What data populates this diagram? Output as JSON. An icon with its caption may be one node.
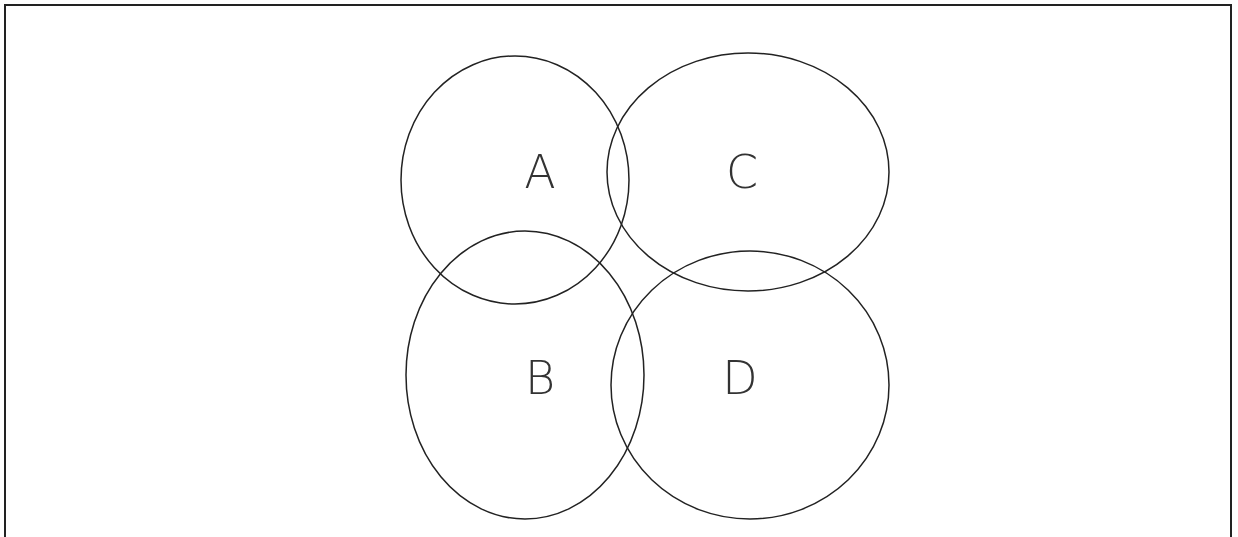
{
  "diagram": {
    "nodes": [
      {
        "text": [
          "A"
        ]
      },
      {
        "text": [
          "C"
        ]
      },
      {
        "text": [
          "B"
        ]
      },
      {
        "text": [
          "D"
        ]
      }
    ],
    "edges": []
  }
}
